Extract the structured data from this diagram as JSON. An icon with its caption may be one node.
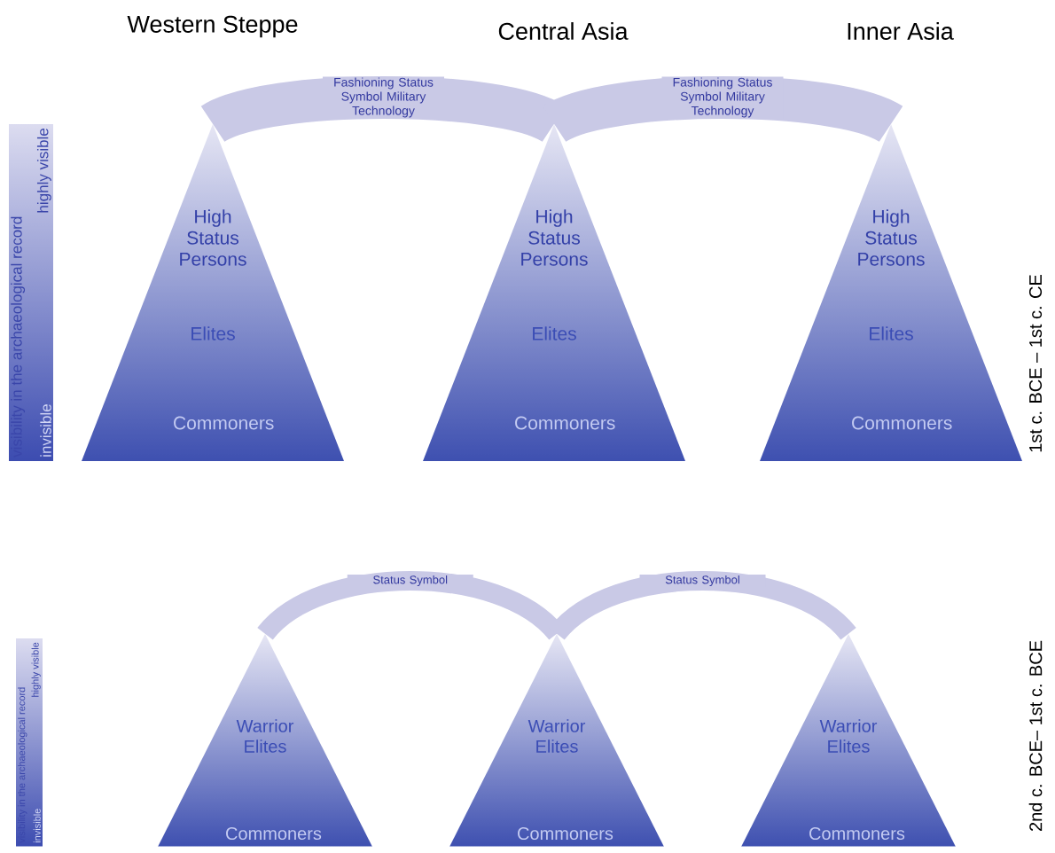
{
  "diagram": {
    "nodes": [
      {
        "text": [
          "visibility in the archaeological record",
          "highly visible",
          "invisible"
        ]
      },
      {
        "text": [
          "High Status Persons",
          "Elites",
          "Commoners"
        ]
      },
      {
        "text": [
          "High Status Persons",
          "Elites",
          "Commoners"
        ]
      },
      {
        "text": [
          "High Status Persons",
          "Elites",
          "Commoners"
        ]
      },
      {
        "text": [
          "visibility in the archaeological record",
          "highly visible",
          "invisible"
        ]
      },
      {
        "text": [
          "Warrior Elites",
          "Commoners"
        ]
      },
      {
        "text": [
          "Warrior Elites",
          "Commoners"
        ]
      },
      {
        "text": [
          "Warrior Elites",
          "Commoners"
        ]
      }
    ],
    "edges": [
      {
        "from": 1,
        "to": 2,
        "arrow": "none",
        "label": "Fashioning Status Symbol Military Technology",
        "style": "thick",
        "color": "#c9c9e6"
      },
      {
        "from": 2,
        "to": 3,
        "arrow": "none",
        "label": "Fashioning Status Symbol Military Technology",
        "style": "thick",
        "color": "#c9c9e6"
      },
      {
        "from": 5,
        "to": 6,
        "arrow": "none",
        "label": "Status Symbol",
        "color": "#c9c9e6"
      },
      {
        "from": 6,
        "to": 7,
        "arrow": "none",
        "label": "Status Symbol",
        "color": "#c9c9e6"
      }
    ],
    "labels": [
      "Western Steppe",
      "Central Asia",
      "Inner Asia",
      "1st c. BCE – 1st c. CE",
      "2nd c. BCE– 1st c. BCE"
    ]
  }
}
